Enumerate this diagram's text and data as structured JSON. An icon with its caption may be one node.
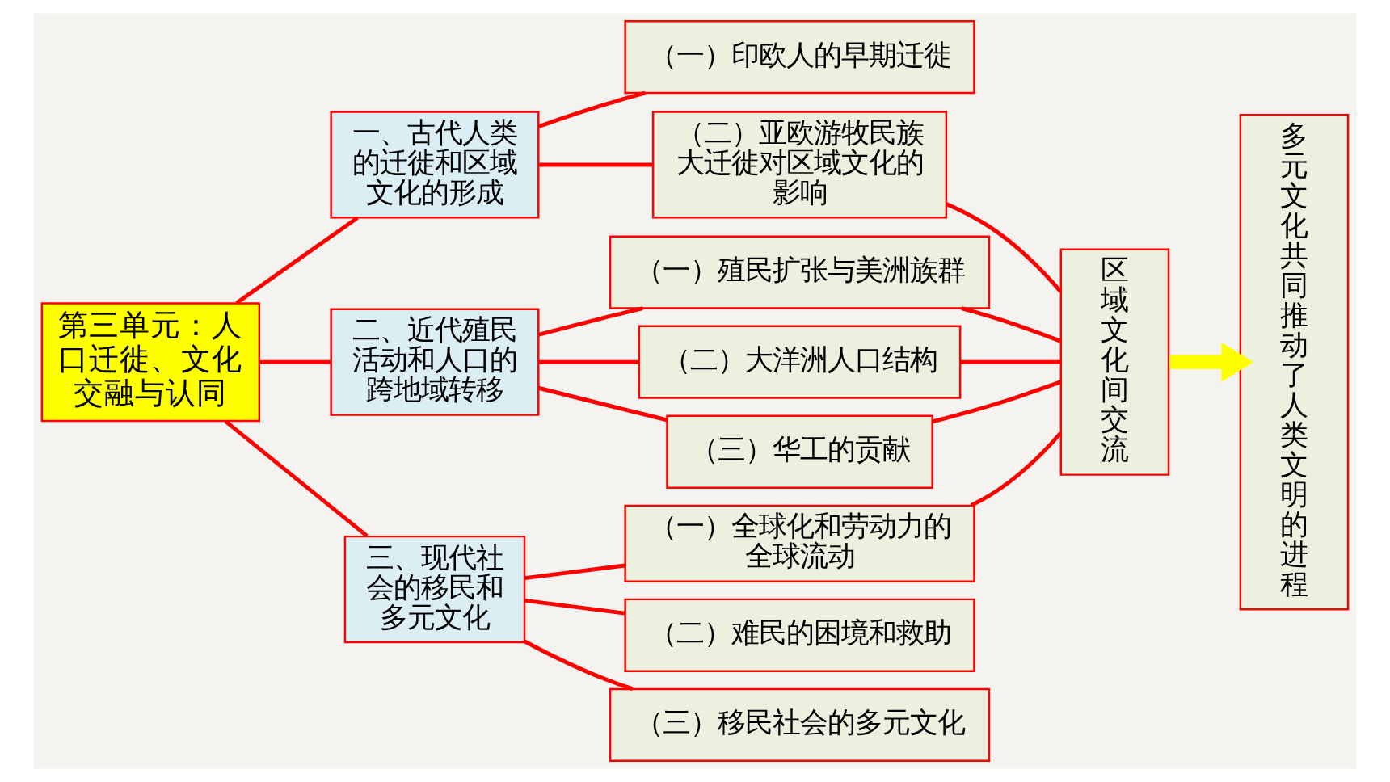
{
  "diagram": {
    "nodes": [
      {
        "text": [
          "第三单元：人口迁徙、文化交融与认同"
        ]
      },
      {
        "text": [
          "一、古代人类的迁徙和区域文化的形成"
        ]
      },
      {
        "text": [
          "二、近代殖民活动和人口的跨地域转移"
        ]
      },
      {
        "text": [
          "三、现代社会的移民和多元文化"
        ]
      },
      {
        "text": [
          "（一）印欧人的早期迁徙"
        ]
      },
      {
        "text": [
          "（二）亚欧游牧民族大迁徙对区域文化的影响"
        ]
      },
      {
        "text": [
          "（一）殖民扩张与美洲族群"
        ]
      },
      {
        "text": [
          "（二）大洋洲人口结构"
        ]
      },
      {
        "text": [
          "（三）华工的贡献"
        ]
      },
      {
        "text": [
          "（一）全球化和劳动力的全球流动"
        ]
      },
      {
        "text": [
          "（二）难民的困境和救助"
        ]
      },
      {
        "text": [
          "（三）移民社会的多元文化"
        ]
      },
      {
        "text": [
          "区域文化间交流"
        ]
      },
      {
        "text": [
          "多元文化共同推动了人类文明的进程"
        ]
      }
    ],
    "edges": [
      {
        "from": 0,
        "to": 1,
        "arrow": "none"
      },
      {
        "from": 0,
        "to": 2,
        "arrow": "none"
      },
      {
        "from": 0,
        "to": 3,
        "arrow": "none"
      },
      {
        "from": 1,
        "to": 4,
        "arrow": "none"
      },
      {
        "from": 1,
        "to": 5,
        "arrow": "none"
      },
      {
        "from": 2,
        "to": 6,
        "arrow": "none"
      },
      {
        "from": 2,
        "to": 7,
        "arrow": "none"
      },
      {
        "from": 2,
        "to": 8,
        "arrow": "none"
      },
      {
        "from": 3,
        "to": 9,
        "arrow": "none"
      },
      {
        "from": 3,
        "to": 10,
        "arrow": "none"
      },
      {
        "from": 3,
        "to": 11,
        "arrow": "none"
      },
      {
        "from": 5,
        "to": 12,
        "arrow": "none"
      },
      {
        "from": 6,
        "to": 12,
        "arrow": "none"
      },
      {
        "from": 7,
        "to": 12,
        "arrow": "none"
      },
      {
        "from": 8,
        "to": 12,
        "arrow": "none"
      },
      {
        "from": 9,
        "to": 12,
        "arrow": "none"
      },
      {
        "from": 12,
        "to": 13,
        "arrow": "to",
        "style": "thick",
        "color": "#ffff00"
      }
    ]
  }
}
